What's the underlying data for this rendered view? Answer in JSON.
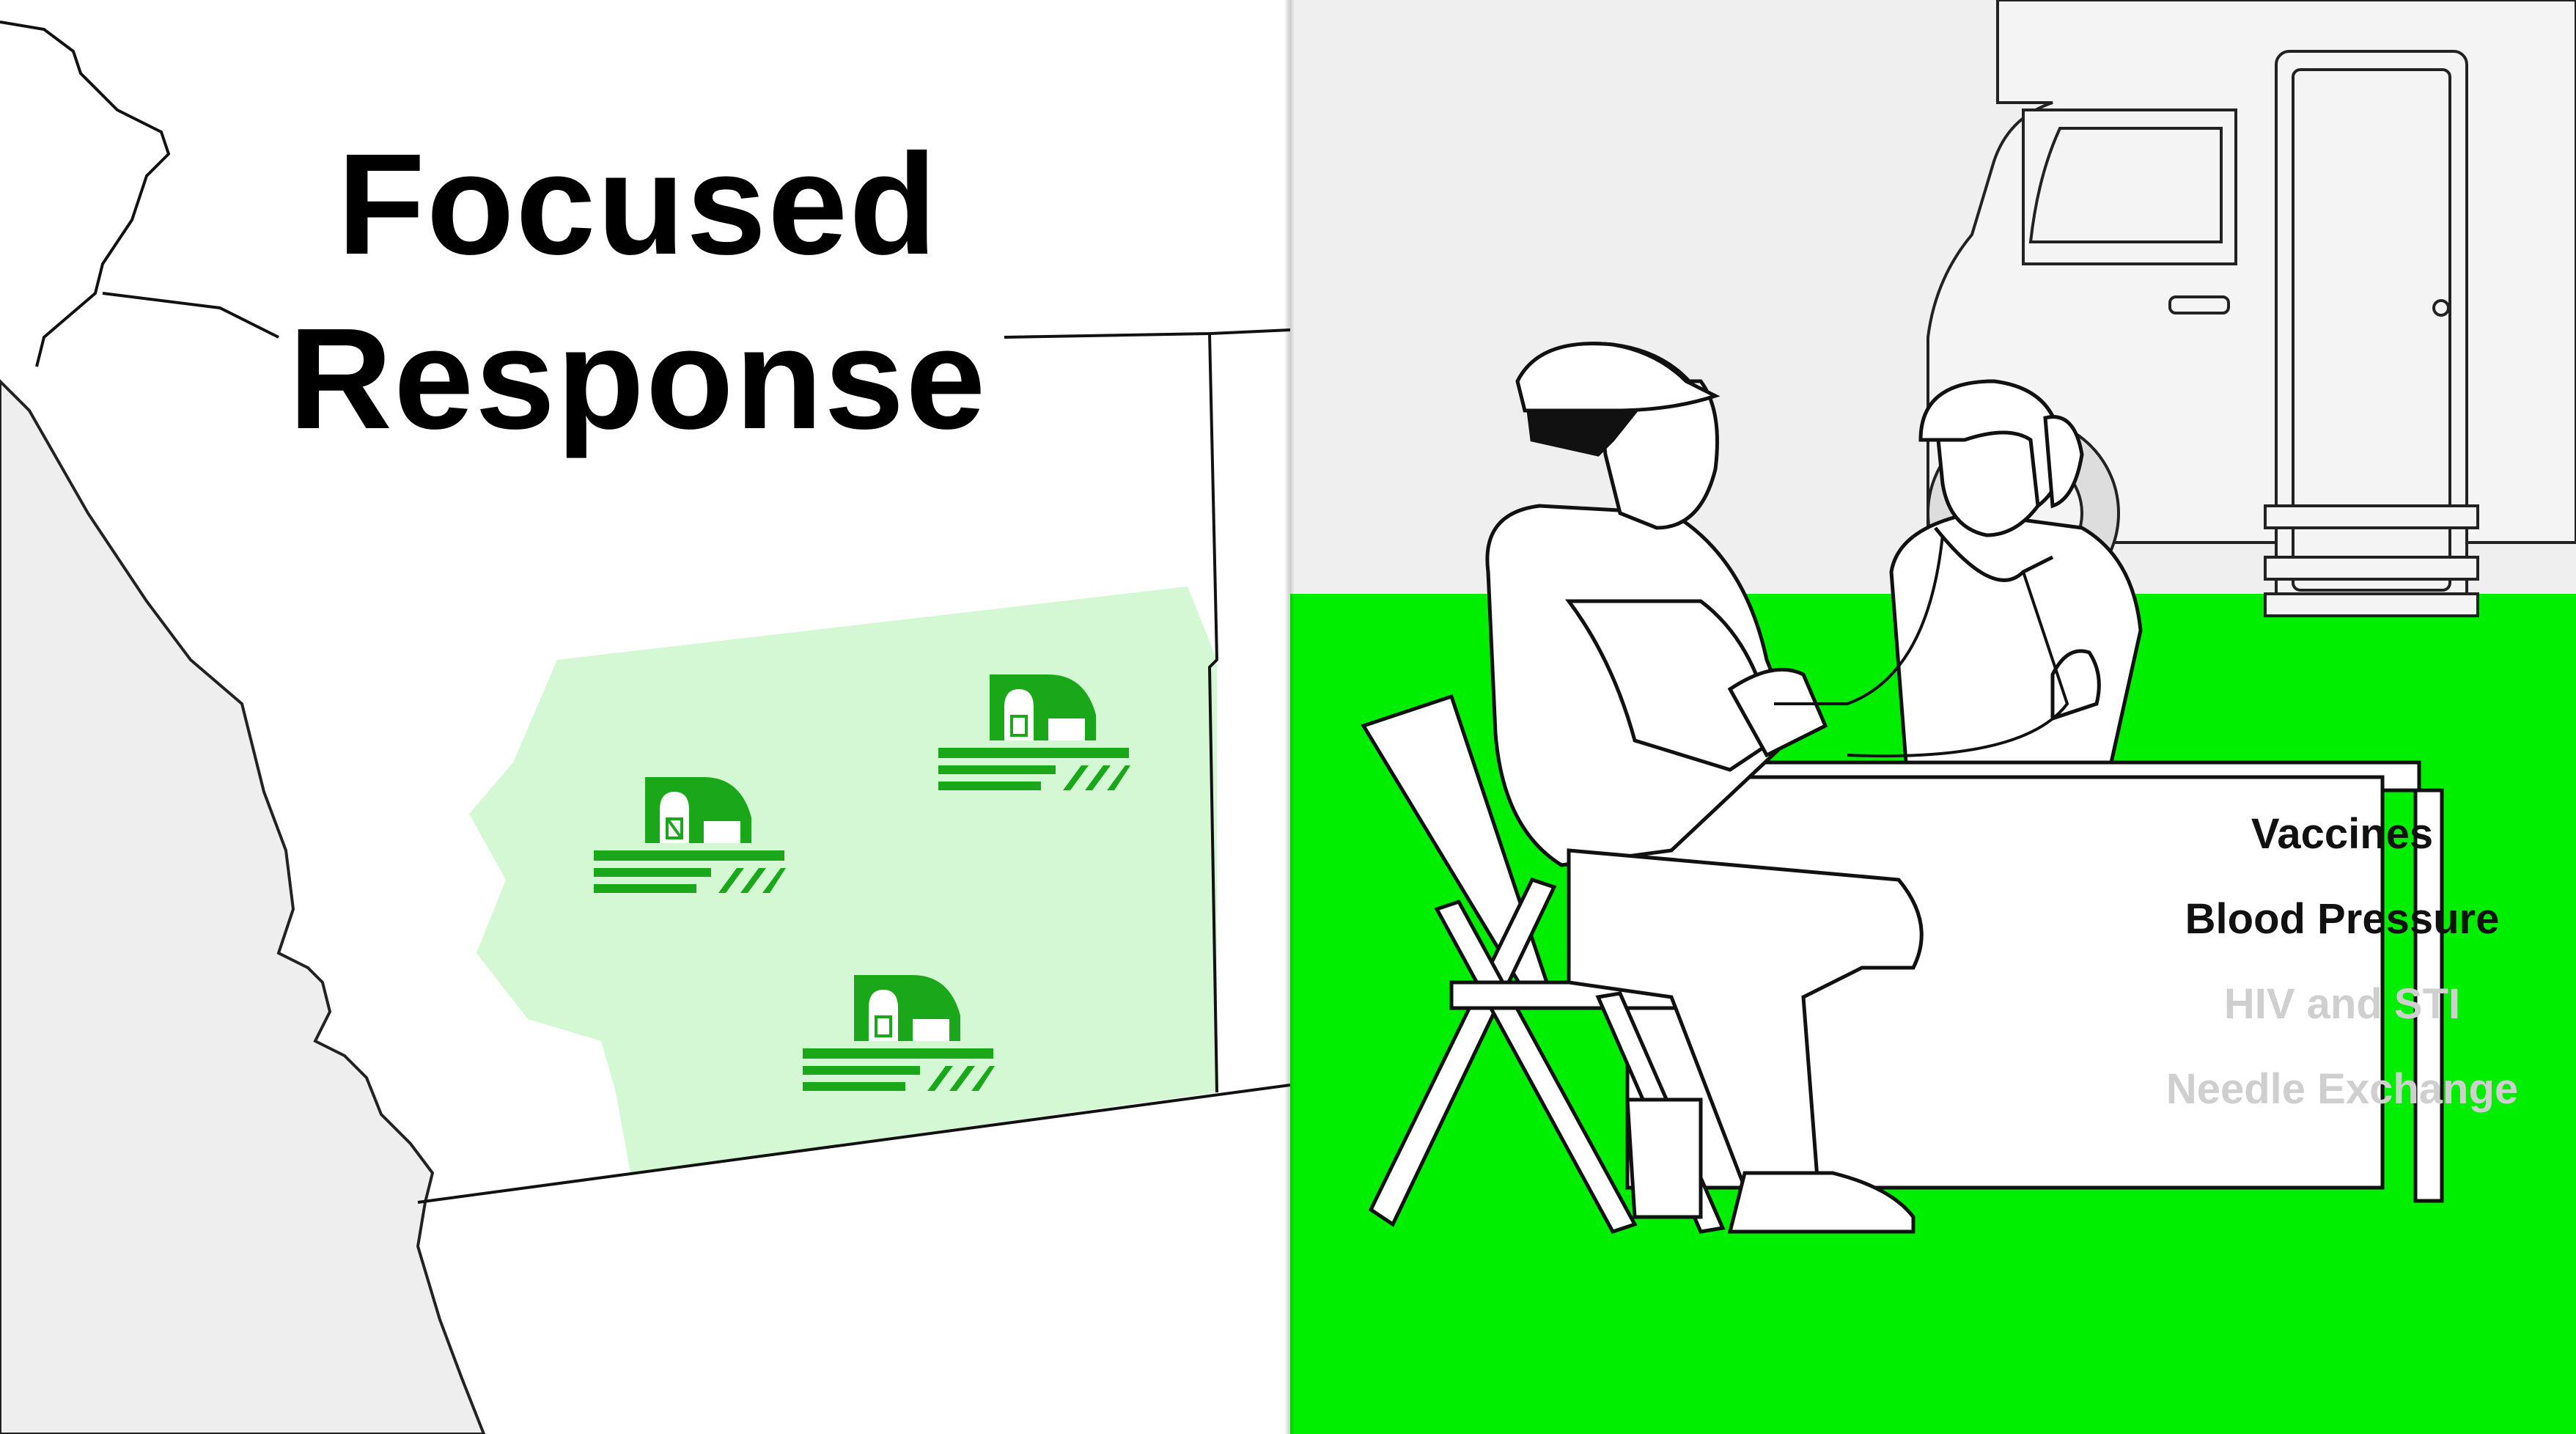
{
  "title": {
    "line1": "Focused",
    "line2": "Response"
  },
  "services": [
    {
      "label": "Vaccines",
      "state": "active"
    },
    {
      "label": "Blood Pressure",
      "state": "active"
    },
    {
      "label": "HIV and STI",
      "state": "faded"
    },
    {
      "label": "Needle Exchange",
      "state": "faded"
    }
  ],
  "colors": {
    "accent_green": "#00ee00",
    "region_fill": "#d4f8d4",
    "farm_icon": "#1aa81a",
    "faded_text": "#cfcfcf",
    "land_grey": "#eeeeee"
  },
  "icons": [
    "farm-icon",
    "farm-icon",
    "farm-icon"
  ]
}
